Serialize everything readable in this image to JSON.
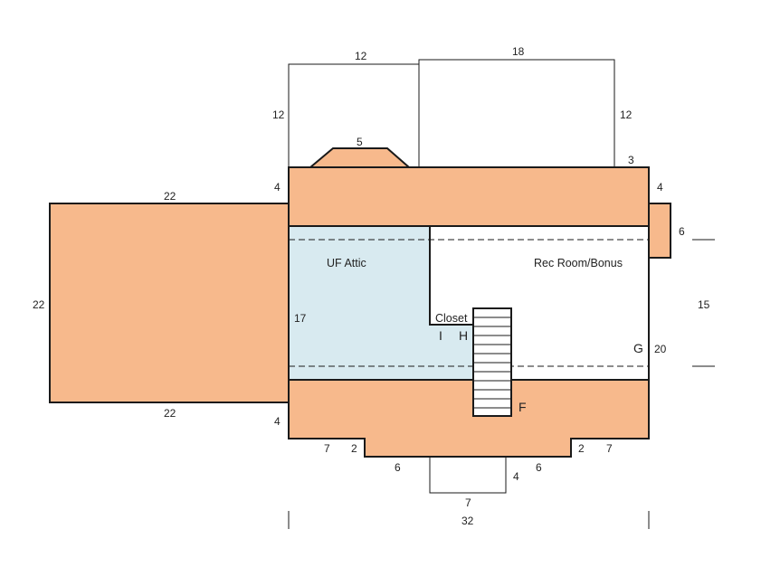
{
  "colors": {
    "roof": "#f7b98c",
    "attic": "#d8eaf0",
    "room": "#ffffff",
    "line": "#1a1a1a"
  },
  "rooms": {
    "attic_label": "UF Attic",
    "rec_label": "Rec Room/Bonus",
    "closet_label": "Closet"
  },
  "markers": {
    "f": "F",
    "g": "G",
    "h": "H",
    "i": "I"
  },
  "dimensions": {
    "top_left_width": "12",
    "top_left_height": "12",
    "top_right_width": "18",
    "top_right_height": "12",
    "dormer_width": "5",
    "top_right_offset": "3",
    "main_left_top_depth": "4",
    "main_right_top_depth": "4",
    "bump_height": "6",
    "right_span": "15",
    "right_total": "20",
    "attic_depth": "17",
    "wing_top": "22",
    "wing_bottom": "22",
    "wing_left": "22",
    "main_left_bottom_depth": "4",
    "step_left_outer": "7",
    "step_left_inner": "2",
    "step_right_inner": "2",
    "step_right_outer": "7",
    "bottom_left_run": "6",
    "bottom_right_run": "6",
    "porch_depth": "4",
    "porch_width": "7",
    "overall_width": "32"
  }
}
